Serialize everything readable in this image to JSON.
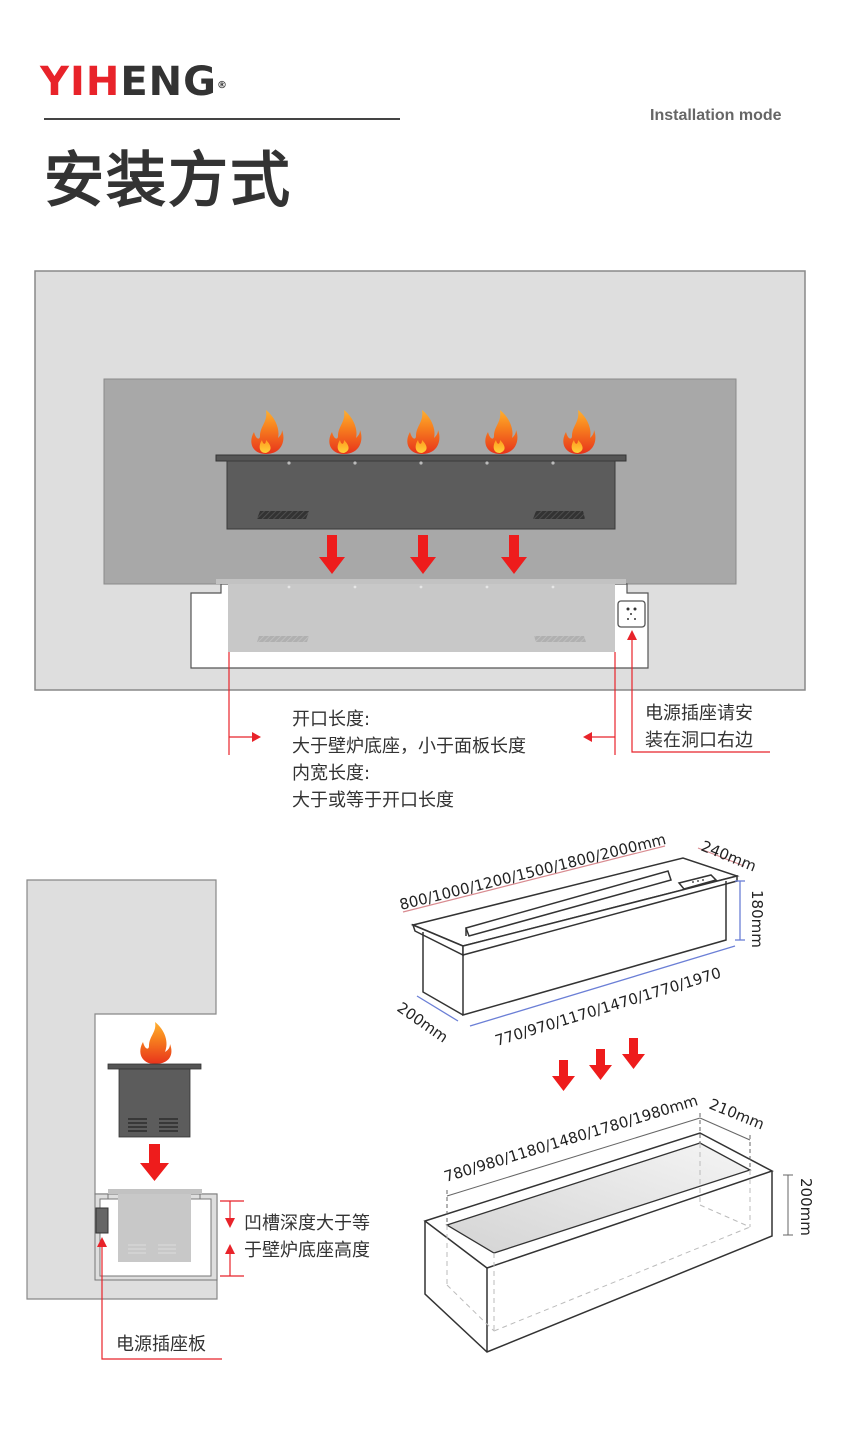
{
  "header": {
    "brand_red": "YIH",
    "brand_dark": "ENG",
    "brand_mark": "®",
    "subtitle": "Installation mode",
    "title": "安装方式"
  },
  "colors": {
    "accent_red": "#e8232a",
    "text_dark": "#333333",
    "wall_gray": "#dedede",
    "panel_gray": "#a9a9a9",
    "burner_dark": "#5a5a5a",
    "dimension_blue": "#6b7fd6"
  },
  "front_view": {
    "opening_label_1": "开口长度:",
    "opening_label_2": "大于壁炉底座，小于面板长度",
    "inner_label_1": "内宽长度:",
    "inner_label_2": "大于或等于开口长度",
    "socket_note_1": "电源插座请安",
    "socket_note_2": "装在洞口右边"
  },
  "side_view": {
    "groove_note_1": "凹槽深度大于等",
    "groove_note_2": "于壁炉底座高度",
    "socket_board_label": "电源插座板"
  },
  "burner_dims": {
    "top_length": "800/1000/1200/1500/1800/2000mm",
    "top_width": "240mm",
    "height": "180mm",
    "bottom_depth": "200mm",
    "bottom_length": "770/970/1170/1470/1770/1970"
  },
  "box_dims": {
    "length": "780/980/1180/1480/1780/1980mm",
    "width": "210mm",
    "height": "200mm"
  }
}
